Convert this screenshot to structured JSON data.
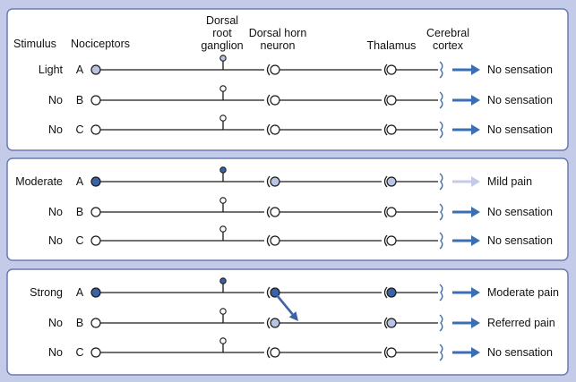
{
  "headers": {
    "stimulus": "Stimulus",
    "nociceptors": "Nociceptors",
    "drg": [
      "Dorsal",
      "root",
      "ganglion"
    ],
    "dorsal_horn": [
      "Dorsal horn",
      "neuron"
    ],
    "thalamus": "Thalamus",
    "cortex": [
      "Cerebral",
      "cortex"
    ]
  },
  "colors": {
    "background": "#c3cbe8",
    "panel": "#ffffff",
    "panel_border": "#6c7bb3",
    "dark_fill": "#3c62a6",
    "light_fill": "#b9c4e4",
    "none_fill": "#ffffff",
    "arrow_strong": "#3a6fb6",
    "arrow_faint": "#c3cbe6",
    "line": "#1a1a1a"
  },
  "panels": [
    {
      "rows": [
        {
          "stimulus": "Light",
          "fiber": "A",
          "nociceptor": "light",
          "ganglion": "light",
          "horn": "none",
          "thalamus": "none",
          "arrow": "strong",
          "outcome": "No sensation"
        },
        {
          "stimulus": "No",
          "fiber": "B",
          "nociceptor": "none",
          "ganglion": "none",
          "horn": "none",
          "thalamus": "none",
          "arrow": "strong",
          "outcome": "No sensation"
        },
        {
          "stimulus": "No",
          "fiber": "C",
          "nociceptor": "none",
          "ganglion": "none",
          "horn": "none",
          "thalamus": "none",
          "arrow": "strong",
          "outcome": "No sensation"
        }
      ]
    },
    {
      "rows": [
        {
          "stimulus": "Moderate",
          "fiber": "A",
          "nociceptor": "dark",
          "ganglion": "dark",
          "horn": "light",
          "thalamus": "light",
          "arrow": "faint",
          "outcome": "Mild pain"
        },
        {
          "stimulus": "No",
          "fiber": "B",
          "nociceptor": "none",
          "ganglion": "none",
          "horn": "none",
          "thalamus": "none",
          "arrow": "strong",
          "outcome": "No sensation"
        },
        {
          "stimulus": "No",
          "fiber": "C",
          "nociceptor": "none",
          "ganglion": "none",
          "horn": "none",
          "thalamus": "none",
          "arrow": "strong",
          "outcome": "No sensation"
        }
      ]
    },
    {
      "rows": [
        {
          "stimulus": "Strong",
          "fiber": "A",
          "nociceptor": "dark",
          "ganglion": "dark",
          "horn": "dark",
          "thalamus": "dark",
          "arrow": "strong",
          "outcome": "Moderate pain",
          "convergence": true
        },
        {
          "stimulus": "No",
          "fiber": "B",
          "nociceptor": "none",
          "ganglion": "none",
          "horn": "light",
          "thalamus": "light",
          "arrow": "strong",
          "outcome": "Referred pain"
        },
        {
          "stimulus": "No",
          "fiber": "C",
          "nociceptor": "none",
          "ganglion": "none",
          "horn": "none",
          "thalamus": "none",
          "arrow": "strong",
          "outcome": "No sensation"
        }
      ]
    }
  ]
}
